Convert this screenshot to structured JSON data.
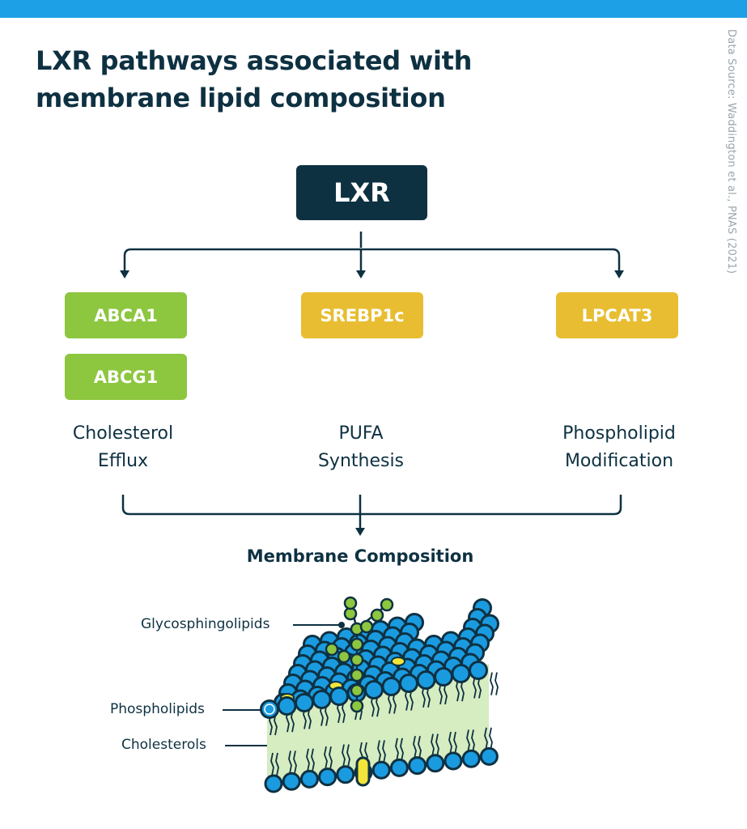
{
  "title": "LXR pathways associated with membrane lipid composition",
  "source": "Data Source: Waddington et al., PNAS (2021)",
  "root": "LXR",
  "genes": {
    "abca1": "ABCA1",
    "abcg1": "ABCG1",
    "srebp1c": "SREBP1c",
    "lpcat3": "LPCAT3"
  },
  "pathways": {
    "cholesterol": [
      "Cholesterol",
      "Efflux"
    ],
    "pufa": [
      "PUFA",
      "Synthesis"
    ],
    "phospholipid": [
      "Phospholipid",
      "Modification"
    ]
  },
  "membrane": {
    "title": "Membrane Composition",
    "labels": {
      "glyco": "Glycosphingolipids",
      "phospho": "Phospholipids",
      "chol": "Cholesterols"
    }
  },
  "colors": {
    "navy": "#0e3142",
    "green": "#8dc63f",
    "yellow": "#e8bd31",
    "blue": "#1ea0e6",
    "lipid_head": "#1a9be0",
    "membrane_fill": "#d6ecc1"
  }
}
